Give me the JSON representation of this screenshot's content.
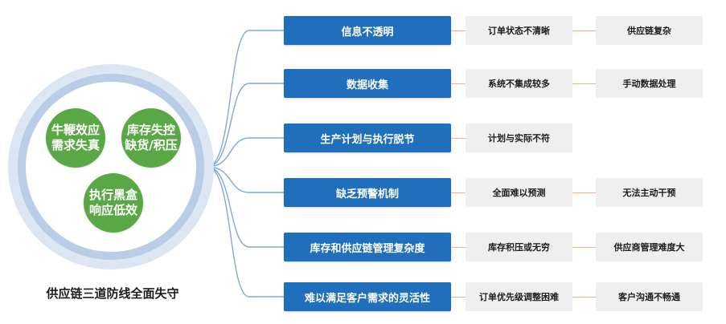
{
  "title": "供应链三道防线全面失守",
  "circle_items": [
    "牛鞭效应需求失真",
    "库存失控缺货/积压",
    "执行黑盒响应低效"
  ],
  "rows": [
    {
      "problem": "信息不透明",
      "effects": [
        "订单状态不清晰",
        "供应链复杂"
      ]
    },
    {
      "problem": "数据收集",
      "effects": [
        "系统不集成较多",
        "手动数据处理"
      ]
    },
    {
      "problem": "生产计划与执行脱节",
      "effects": [
        "计划与实际不符"
      ]
    },
    {
      "problem": "缺乏预警机制",
      "effects": [
        "全面难以预测",
        "无法主动干预"
      ]
    },
    {
      "problem": "库存和供应链管理复杂度",
      "effects": [
        "库存积压或无穷",
        "供应商管理难度大"
      ]
    },
    {
      "problem": "难以满足客户需求的灵活性",
      "effects": [
        "订单优先级调整困难",
        "客户沟通不畅通"
      ]
    }
  ],
  "colors": {
    "problem_box": "#1f6fbd",
    "effect_box": "#efefef",
    "bubble": "#5aa845",
    "connector": "#7fa8d4",
    "dash": "#f2b27a"
  }
}
